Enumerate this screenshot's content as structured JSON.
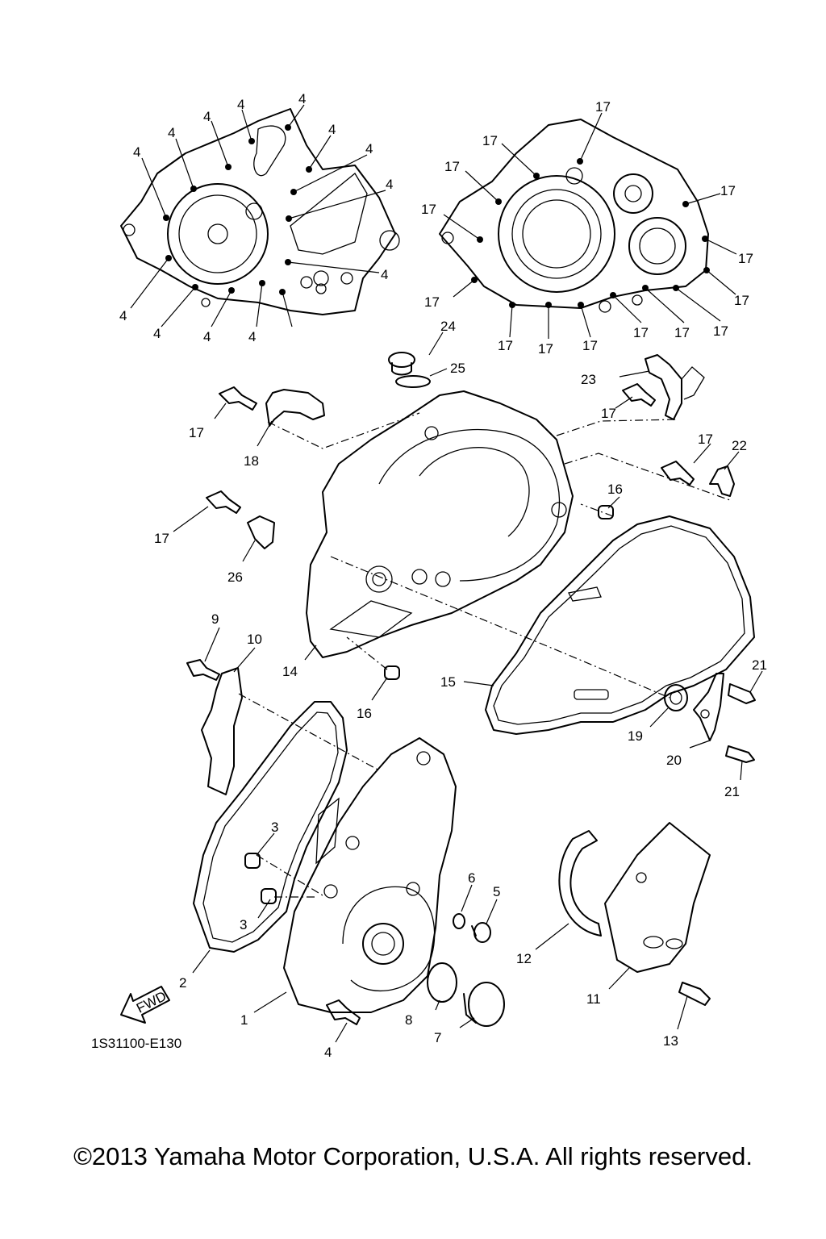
{
  "diagram_code": "1S31100-E130",
  "fwd_label": "FWD",
  "copyright": "©2013 Yamaha Motor Corporation, U.S.A. All rights reserved.",
  "callouts": {
    "c1": "1",
    "c2": "2",
    "c3a": "3",
    "c3b": "3",
    "c4_top_1": "4",
    "c4_top_2": "4",
    "c4_top_3": "4",
    "c4_top_4": "4",
    "c4_top_5": "4",
    "c4_top_6": "4",
    "c4_top_7": "4",
    "c4_top_8": "4",
    "c4_top_9": "4",
    "c4_top_10": "4",
    "c4_top_11": "4",
    "c4_top_12": "4",
    "c4_top_13": "4",
    "c4_bottom": "4",
    "c5": "5",
    "c6": "6",
    "c7": "7",
    "c8": "8",
    "c9": "9",
    "c10": "10",
    "c11": "11",
    "c12": "12",
    "c13": "13",
    "c14": "14",
    "c15": "15",
    "c16a": "16",
    "c16b": "16",
    "c17_top_1": "17",
    "c17_top_2": "17",
    "c17_top_3": "17",
    "c17_top_4": "17",
    "c17_top_5": "17",
    "c17_top_6": "17",
    "c17_top_7": "17",
    "c17_top_8": "17",
    "c17_top_9": "17",
    "c17_top_10": "17",
    "c17_top_11": "17",
    "c17_top_12": "17",
    "c17_top_13": "17",
    "c17_top_14": "17",
    "c17_bolt_a": "17",
    "c17_bolt_b": "17",
    "c17_bolt_c": "17",
    "c17_bolt_d": "17",
    "c18": "18",
    "c19": "19",
    "c20": "20",
    "c21a": "21",
    "c21b": "21",
    "c22": "22",
    "c23": "23",
    "c24": "24",
    "c25": "25",
    "c26": "26"
  }
}
